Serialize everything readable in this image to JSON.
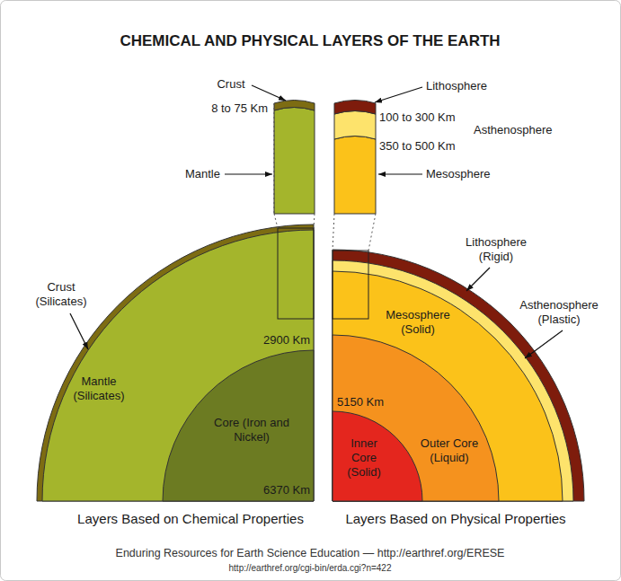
{
  "diagram": {
    "title": "CHEMICAL AND PHYSICAL LAYERS OF THE EARTH",
    "caption": "Enduring Resources for Earth Science Education — http://earthref.org/ERESE",
    "nodes": [
      {
        "text": [
          "Mantle (Silicates)",
          "2900 Km"
        ]
      },
      {
        "text": [
          "Core (Iron and Nickel)",
          "6370 Km"
        ],
        "in": 0
      },
      {
        "text": [
          "Mesosphere (Solid)"
        ]
      },
      {
        "text": [
          "Outer Core (Liquid)",
          "5150 Km"
        ],
        "in": 2
      },
      {
        "text": [
          "Inner Core (Solid)"
        ],
        "in": 3
      }
    ],
    "labels": [
      "Crust",
      "8 to 75 Km",
      "Mantle",
      "Lithosphere",
      "100 to 300 Km",
      "Asthenosphere",
      "350 to 500 Km",
      "Mesosphere",
      "Crust (Silicates)",
      "Lithosphere (Rigid)",
      "Asthenosphere (Plastic)",
      "Layers Based on Chemical Properties",
      "Layers Based on Physical Properties",
      "http://earthref.org/cgi-bin/erda.cgi?n=422"
    ]
  }
}
